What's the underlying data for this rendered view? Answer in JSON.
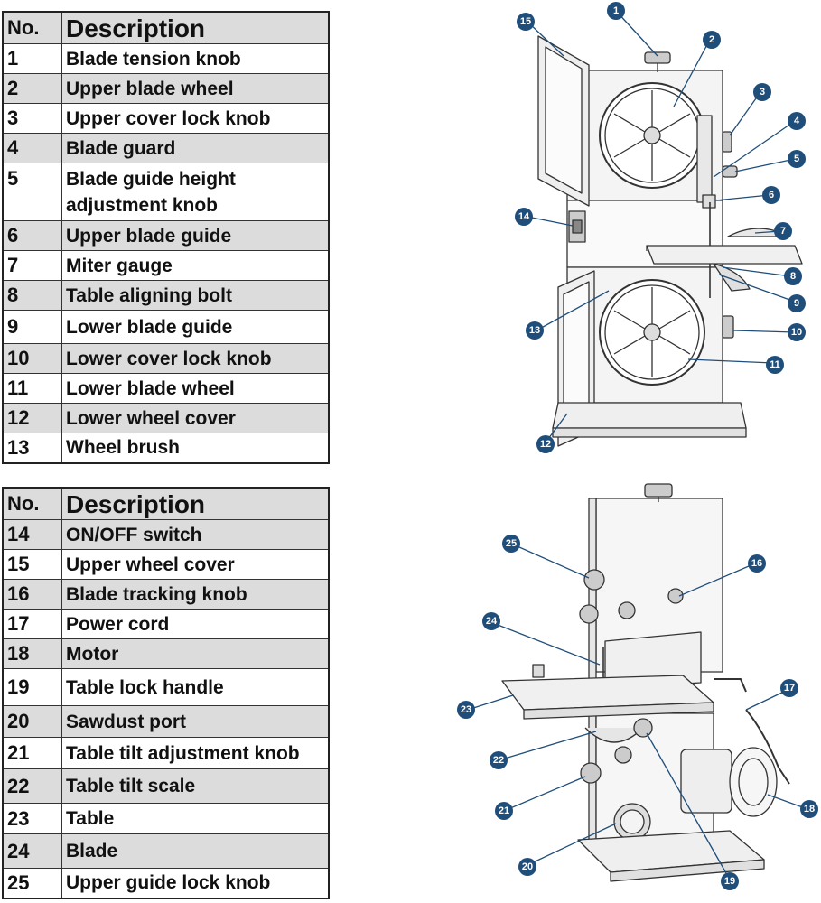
{
  "table1": {
    "header_no": "No.",
    "header_desc": "Description",
    "rows": [
      {
        "no": "1",
        "desc": "Blade tension knob"
      },
      {
        "no": "2",
        "desc": "Upper blade wheel"
      },
      {
        "no": "3",
        "desc": "Upper cover lock knob"
      },
      {
        "no": "4",
        "desc": "Blade guard"
      },
      {
        "no": "5",
        "desc": "Blade guide height adjustment knob"
      },
      {
        "no": "6",
        "desc": "Upper blade guide"
      },
      {
        "no": "7",
        "desc": "Miter gauge"
      },
      {
        "no": "8",
        "desc": "Table aligning bolt"
      },
      {
        "no": "9",
        "desc": "Lower blade guide"
      },
      {
        "no": "10",
        "desc": "Lower cover lock knob"
      },
      {
        "no": "11",
        "desc": "Lower blade wheel"
      },
      {
        "no": "12",
        "desc": "Lower wheel cover"
      },
      {
        "no": "13",
        "desc": "Wheel brush"
      }
    ]
  },
  "table2": {
    "header_no": "No.",
    "header_desc": "Description",
    "rows": [
      {
        "no": "14",
        "desc": "ON/OFF switch"
      },
      {
        "no": "15",
        "desc": "Upper wheel cover"
      },
      {
        "no": "16",
        "desc": "Blade tracking knob"
      },
      {
        "no": "17",
        "desc": "Power cord"
      },
      {
        "no": "18",
        "desc": "Motor"
      },
      {
        "no": "19",
        "desc": "Table lock handle"
      },
      {
        "no": "20",
        "desc": "Sawdust port"
      },
      {
        "no": "21",
        "desc": "Table tilt adjustment knob"
      },
      {
        "no": "22",
        "desc": "Table tilt scale"
      },
      {
        "no": "23",
        "desc": "Table"
      },
      {
        "no": "24",
        "desc": "Blade"
      },
      {
        "no": "25",
        "desc": "Upper guide lock knob"
      }
    ]
  },
  "colors": {
    "callout": "#1f4e7a",
    "row_shade": "#dcdcdc",
    "line": "#333333"
  },
  "callouts_top": [
    "1",
    "2",
    "3",
    "4",
    "5",
    "6",
    "7",
    "8",
    "9",
    "10",
    "11",
    "12",
    "13",
    "14",
    "15"
  ],
  "callouts_bottom": [
    "16",
    "17",
    "18",
    "19",
    "20",
    "21",
    "22",
    "23",
    "24",
    "25"
  ]
}
